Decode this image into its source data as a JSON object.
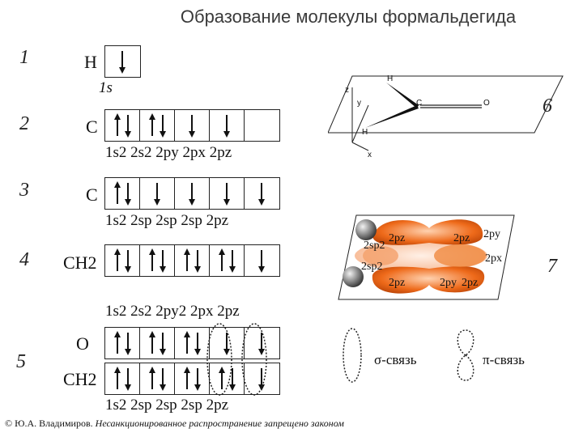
{
  "title": "Образование молекулы формальдегида",
  "rows": [
    {
      "num": "1",
      "element": "H",
      "config": "1s",
      "cells": [
        [
          "down"
        ]
      ]
    },
    {
      "num": "2",
      "element": "C",
      "config": "1s2 2s2 2py 2px 2pz",
      "cells": [
        [
          "up",
          "down"
        ],
        [
          "up",
          "down"
        ],
        [
          "down"
        ],
        [
          "down"
        ],
        []
      ]
    },
    {
      "num": "3",
      "element": "C",
      "config": "1s2 2sp 2sp 2sp 2pz",
      "cells": [
        [
          "up",
          "down"
        ],
        [
          "down"
        ],
        [
          "down"
        ],
        [
          "down"
        ],
        [
          "down"
        ]
      ]
    },
    {
      "num": "4",
      "element": "CH2",
      "config": "1s2 2s2 2py2 2px 2pz",
      "cells": [
        [
          "up",
          "down"
        ],
        [
          "up",
          "down"
        ],
        [
          "up",
          "down"
        ],
        [
          "up",
          "down"
        ],
        [
          "down"
        ]
      ]
    },
    {
      "num": "5",
      "element_o": "O",
      "element_ch2": "CH2",
      "config": "1s2 2sp 2sp 2sp 2pz",
      "cells_o": [
        [
          "up",
          "down"
        ],
        [
          "up",
          "down"
        ],
        [
          "up",
          "down"
        ],
        [
          "down"
        ],
        [
          "down"
        ]
      ],
      "cells_ch2": [
        [
          "up",
          "down"
        ],
        [
          "up",
          "down"
        ],
        [
          "up",
          "down"
        ],
        [
          "up",
          "down"
        ],
        [
          "down"
        ]
      ]
    }
  ],
  "diagram6": {
    "num": "6",
    "axis_z": "z",
    "axis_y": "y",
    "axis_x": "x",
    "atom_h1": "H",
    "atom_h2": "H",
    "atom_c": "C",
    "atom_o": "O"
  },
  "diagram7": {
    "num": "7",
    "labels": [
      "2pz",
      "2pz",
      "2py",
      "2px",
      "2sp2",
      "2sp2",
      "2pz",
      "2py",
      "2pz"
    ]
  },
  "legend": {
    "sigma": "σ-связь",
    "pi": "π-связь"
  },
  "footer": {
    "copyright": "© Ю.А. Владимиров.",
    "notice": "Несанкционированное распространение запрещено законом"
  }
}
